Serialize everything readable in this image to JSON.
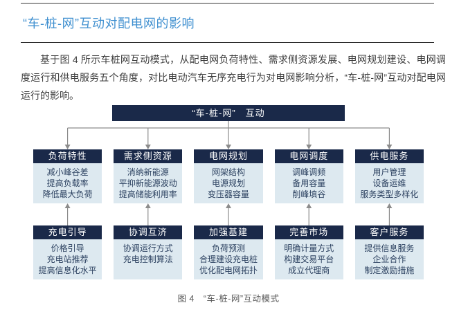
{
  "page": {
    "title": "“车-桩-网”互动对配电网的影响",
    "paragraph": "基于图 4 所示车桩网互动模式，从配电网负荷特性、需求侧资源发展、电网规划建设、电网调度运行和供电服务五个角度，对比电动汽车无序充电行为对电网影响分析，“车-桩-网”互动对配电网运行的影响。",
    "caption": "图 4　“车-桩-网”互动模式"
  },
  "diagram": {
    "root_label": "“车-桩-网”　互动",
    "colors": {
      "accent_blue": "#4090d0",
      "node_header_navy": "#1a2949",
      "node_body_bg": "#dde9f0",
      "node_body_text": "#2c4160",
      "connector_gray": "#8c8c8c",
      "caption_gray": "#595959"
    },
    "columns": [
      {
        "top": {
          "header": "负荷特性",
          "items": [
            "减小峰谷差",
            "提高负载率",
            "降低最大负荷"
          ]
        },
        "bottom": {
          "header": "充电引导",
          "items": [
            "价格引导",
            "充电站推荐",
            "提高信息化水平"
          ]
        }
      },
      {
        "top": {
          "header": "需求侧资源",
          "items": [
            "消纳新能源",
            "平抑新能源波动",
            "提高储能利用率"
          ]
        },
        "bottom": {
          "header": "协调互济",
          "items": [
            "协调运行方式",
            "充电控制算法"
          ]
        }
      },
      {
        "top": {
          "header": "电网规划",
          "items": [
            "网架结构",
            "电源规划",
            "变压器容量"
          ]
        },
        "bottom": {
          "header": "加强基建",
          "items": [
            "负荷预测",
            "合理建设充电桩",
            "优化配电网拓扑"
          ]
        }
      },
      {
        "top": {
          "header": "电网调度",
          "items": [
            "调峰调频",
            "备用容量",
            "削峰填谷"
          ]
        },
        "bottom": {
          "header": "完善市场",
          "items": [
            "明确计量方式",
            "构建交易平台",
            "成立代理商"
          ]
        }
      },
      {
        "top": {
          "header": "供电服务",
          "items": [
            "用户管理",
            "设备运维",
            "服务类型多样化"
          ]
        },
        "bottom": {
          "header": "客户服务",
          "items": [
            "提供信息服务",
            "企业合作",
            "制定激励措施"
          ]
        }
      }
    ]
  }
}
